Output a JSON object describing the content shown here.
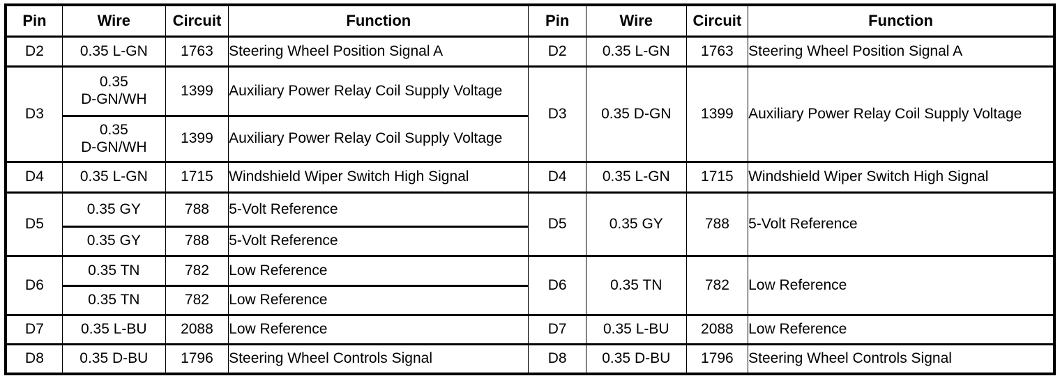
{
  "table": {
    "headers_left": [
      "Pin",
      "Wire",
      "Circuit",
      "Function"
    ],
    "headers_right": [
      "Pin",
      "Wire",
      "Circuit",
      "Function"
    ],
    "left_rows": [
      {
        "pin": "D2",
        "wire": "0.35 L-GN",
        "circuit": "1763",
        "function": "Steering Wheel Position Signal A"
      },
      {
        "pin": "D3",
        "wire": "0.35 D-GN/WH",
        "wire_line1": "0.35",
        "wire_line2": "D-GN/WH",
        "circuit": "1399",
        "function": "Auxiliary Power Relay Coil Supply Voltage"
      },
      {
        "pin": "",
        "wire": "0.35 D-GN/WH",
        "wire_line1": "0.35",
        "wire_line2": "D-GN/WH",
        "circuit": "1399",
        "function": "Auxiliary Power Relay Coil Supply Voltage"
      },
      {
        "pin": "D4",
        "wire": "0.35 L-GN",
        "circuit": "1715",
        "function": "Windshield Wiper Switch High Signal"
      },
      {
        "pin": "D5",
        "wire": "0.35 GY",
        "circuit": "788",
        "function": "5-Volt Reference"
      },
      {
        "pin": "",
        "wire": "0.35 GY",
        "circuit": "788",
        "function": "5-Volt Reference"
      },
      {
        "pin": "D6",
        "wire": "0.35 TN",
        "circuit": "782",
        "function": "Low Reference"
      },
      {
        "pin": "",
        "wire": "0.35 TN",
        "circuit": "782",
        "function": "Low Reference"
      },
      {
        "pin": "D7",
        "wire": "0.35 L-BU",
        "circuit": "2088",
        "function": "Low Reference"
      },
      {
        "pin": "D8",
        "wire": "0.35 D-BU",
        "circuit": "1796",
        "function": "Steering Wheel Controls Signal"
      }
    ],
    "right_rows": [
      {
        "pin": "D2",
        "wire": "0.35 L-GN",
        "circuit": "1763",
        "function": "Steering Wheel Position Signal A"
      },
      {
        "pin": "D3",
        "wire": "0.35 D-GN",
        "circuit": "1399",
        "function": "Auxiliary Power Relay Coil Supply Voltage"
      },
      {
        "pin": "D4",
        "wire": "0.35 L-GN",
        "circuit": "1715",
        "function": "Windshield Wiper Switch High Signal"
      },
      {
        "pin": "D5",
        "wire": "0.35 GY",
        "circuit": "788",
        "function": "5-Volt Reference"
      },
      {
        "pin": "D6",
        "wire": "0.35 TN",
        "circuit": "782",
        "function": "Low Reference"
      },
      {
        "pin": "D7",
        "wire": "0.35 L-BU",
        "circuit": "2088",
        "function": "Low Reference"
      },
      {
        "pin": "D8",
        "wire": "0.35 D-BU",
        "circuit": "1796",
        "function": "Steering Wheel Controls Signal"
      }
    ]
  },
  "colors": {
    "border": "#000000",
    "text": "#000000",
    "background": "#ffffff"
  }
}
